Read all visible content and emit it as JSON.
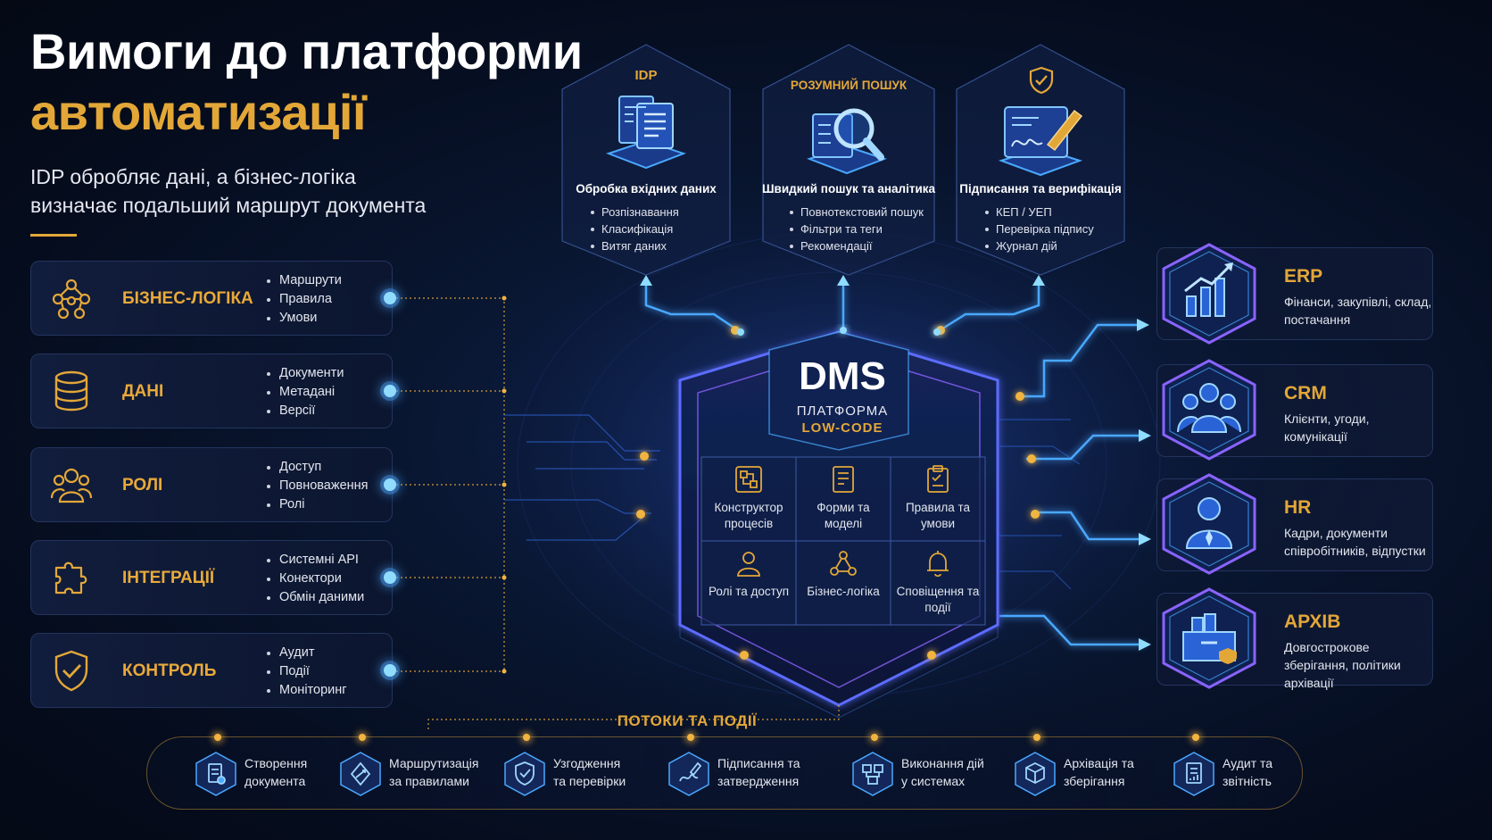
{
  "title": {
    "line1": "Вимоги до платформи",
    "line2": "автоматизації"
  },
  "subtitle": {
    "line1": "IDP обробляє дані, а бізнес-логіка",
    "line2": "визначає подальший маршрут документа"
  },
  "left_cards": [
    {
      "label": "БІЗНЕС-ЛОГІКА",
      "icon": "network-icon",
      "items": [
        "Маршрути",
        "Правила",
        "Умови"
      ]
    },
    {
      "label": "ДАНІ",
      "icon": "database-icon",
      "items": [
        "Документи",
        "Метадані",
        "Версії"
      ]
    },
    {
      "label": "РОЛІ",
      "icon": "users-icon",
      "items": [
        "Доступ",
        "Повноваження",
        "Ролі"
      ]
    },
    {
      "label": "ІНТЕГРАЦІЇ",
      "icon": "puzzle-icon",
      "items": [
        "Системні API",
        "Конектори",
        "Обмін даними"
      ]
    },
    {
      "label": "КОНТРОЛЬ",
      "icon": "shield-check-icon",
      "items": [
        "Аудит",
        "Події",
        "Моніторинг"
      ]
    }
  ],
  "top_panels": [
    {
      "title": "IDP",
      "icon": "document-scan-icon",
      "heading": "Обробка вхідних даних",
      "items": [
        "Розпізнавання",
        "Класифікація",
        "Витяг даних"
      ]
    },
    {
      "title": "РОЗУМНИЙ ПОШУК",
      "icon": "magnifier-icon",
      "heading": "Швидкий пошук та аналітика",
      "items": [
        "Повнотекстовий пошук",
        "Фільтри та теги",
        "Рекомендації"
      ]
    },
    {
      "title": "",
      "icon": "signature-pen-icon",
      "heading": "Підписання та верифікація",
      "items": [
        "КЕП / УЕП",
        "Перевірка підпису",
        "Журнал дій"
      ]
    }
  ],
  "dms": {
    "title": "DMS",
    "subtitle1": "ПЛАТФОРМА",
    "subtitle2": "LOW-CODE",
    "modules": [
      {
        "label": "Конструктор процесів",
        "icon": "process-builder-icon"
      },
      {
        "label": "Форми та моделі",
        "icon": "form-icon"
      },
      {
        "label": "Правила та умови",
        "icon": "rules-clipboard-icon"
      },
      {
        "label": "Ролі та доступ",
        "icon": "user-access-icon"
      },
      {
        "label": "Бізнес-логіка",
        "icon": "logic-network-icon"
      },
      {
        "label": "Сповіщення та події",
        "icon": "bell-icon"
      }
    ]
  },
  "right_cards": [
    {
      "title": "ERP",
      "icon": "bar-chart-icon",
      "desc": "Фінанси, закупівлі, склад, постачання"
    },
    {
      "title": "CRM",
      "icon": "customers-icon",
      "desc": "Клієнти, угоди, комунікації"
    },
    {
      "title": "HR",
      "icon": "employee-icon",
      "desc": "Кадри, документи співробітників, відпустки"
    },
    {
      "title": "АРХІВ",
      "icon": "archive-box-icon",
      "desc": "Довгострокове зберігання, політики архівації"
    }
  ],
  "flows": {
    "title": "ПОТОКИ ТА ПОДІЇ",
    "steps": [
      {
        "label": "Створення документа",
        "icon": "doc-create-icon"
      },
      {
        "label": "Маршрутизація за правилами",
        "icon": "route-icon"
      },
      {
        "label": "Узгодження та перевірки",
        "icon": "check-shield-icon"
      },
      {
        "label": "Підписання та затвердження",
        "icon": "sign-icon"
      },
      {
        "label": "Виконання дій у системах",
        "icon": "systems-action-icon"
      },
      {
        "label": "Архівація та зберігання",
        "icon": "cube-archive-icon"
      },
      {
        "label": "Аудит та звітність",
        "icon": "report-icon"
      }
    ]
  },
  "colors": {
    "accent": "#e3a738",
    "glow_blue": "#4aa8ff",
    "glow_violet": "#8a63ff",
    "background": "#050c1d"
  }
}
